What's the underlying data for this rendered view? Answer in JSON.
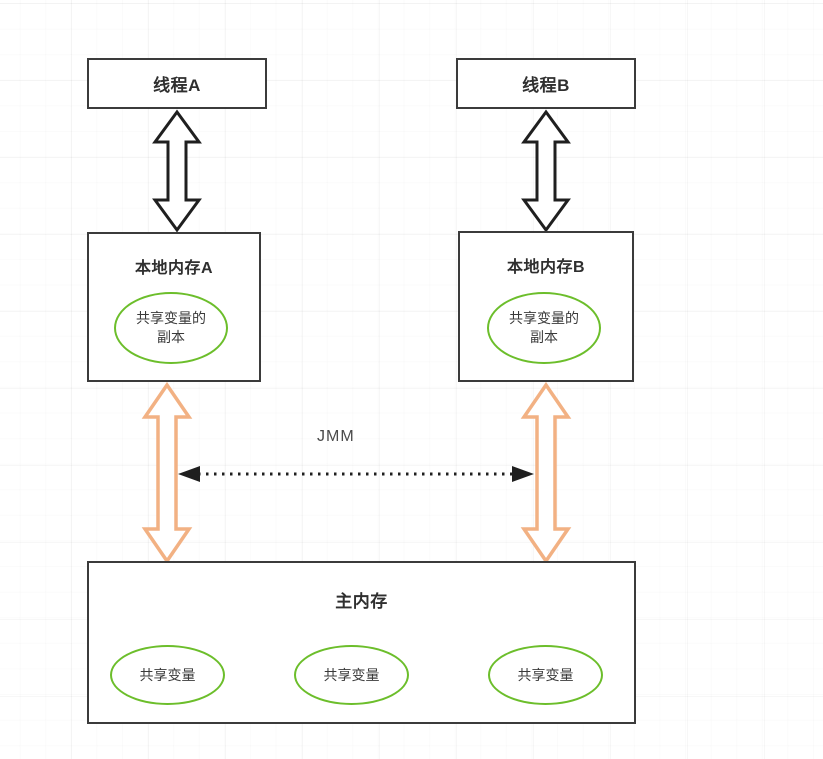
{
  "diagram": {
    "title": "Java Memory Model (JMM) abstract structure",
    "background": "#ffffff",
    "colors": {
      "box_border": "#3b3b3b",
      "ellipse_border": "#6CBE2B",
      "black_arrow": "#1f1f1f",
      "orange_arrow": "#F2B183",
      "dotted_arrow": "#1f1f1f",
      "text": "#2f2f2f"
    },
    "nodes": {
      "thread_a": {
        "label": "线程A"
      },
      "thread_b": {
        "label": "线程B"
      },
      "local_memory_a": {
        "label": "本地内存A",
        "variable": {
          "line1": "共享变量的",
          "line2": "副本"
        }
      },
      "local_memory_b": {
        "label": "本地内存B",
        "variable": {
          "line1": "共享变量的",
          "line2": "副本"
        }
      },
      "main_memory": {
        "label": "主内存",
        "variables": [
          {
            "label": "共享变量"
          },
          {
            "label": "共享变量"
          },
          {
            "label": "共享变量"
          }
        ]
      }
    },
    "connectors": {
      "jmm_label": "JMM",
      "thread_a_to_local_a": {
        "style": "black-outline-double-block-arrow"
      },
      "thread_b_to_local_b": {
        "style": "black-outline-double-block-arrow"
      },
      "local_a_to_main": {
        "style": "orange-outline-double-block-arrow"
      },
      "local_b_to_main": {
        "style": "orange-outline-double-block-arrow"
      },
      "local_a_to_local_b": {
        "style": "dotted-double-headed-arrow"
      }
    }
  }
}
